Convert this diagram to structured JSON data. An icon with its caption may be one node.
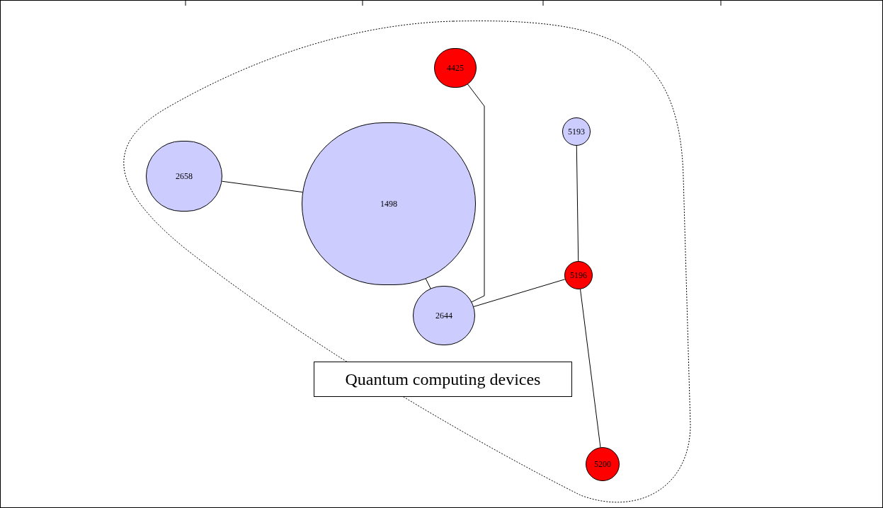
{
  "diagram": {
    "nodes": [
      {
        "text": [
          "Quantum computing devices"
        ]
      },
      {
        "text": [
          "4425"
        ],
        "in": 0
      },
      {
        "text": [
          "2658"
        ],
        "in": 0
      },
      {
        "text": [
          "1498"
        ],
        "in": 0
      },
      {
        "text": [
          "5193"
        ],
        "in": 0
      },
      {
        "text": [
          "5196"
        ],
        "in": 0
      },
      {
        "text": [
          "2644"
        ],
        "in": 0
      },
      {
        "text": [
          "5200"
        ],
        "in": 0
      }
    ],
    "edges": [
      {
        "from": 2,
        "to": 3,
        "arrow": "none"
      },
      {
        "from": 3,
        "to": 6,
        "arrow": "none"
      },
      {
        "from": 1,
        "to": 6,
        "arrow": "none"
      },
      {
        "from": 6,
        "to": 5,
        "arrow": "none"
      },
      {
        "from": 4,
        "to": 5,
        "arrow": "none"
      },
      {
        "from": 5,
        "to": 7,
        "arrow": "none"
      }
    ]
  }
}
